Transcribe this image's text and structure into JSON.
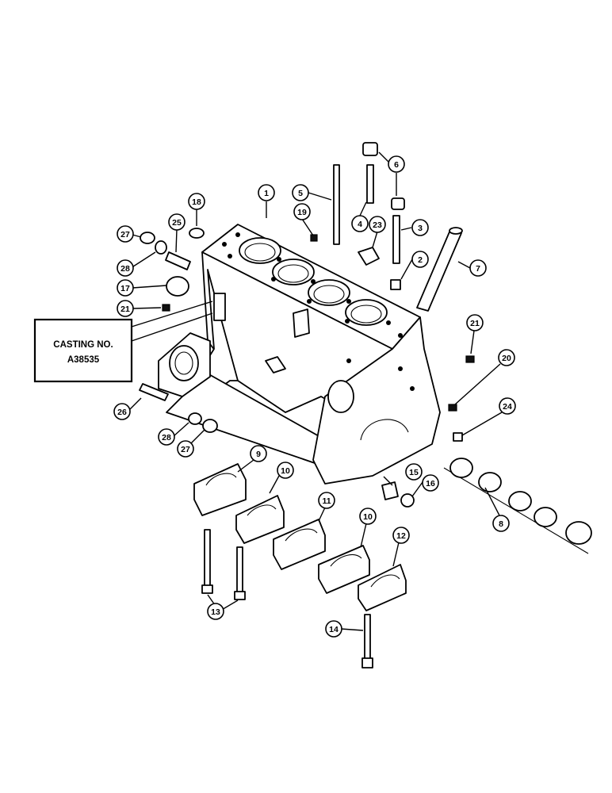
{
  "casting_label": {
    "line1": "CASTING NO.",
    "line2": "A38535"
  },
  "callouts": [
    {
      "id": "c1",
      "text": "1"
    },
    {
      "id": "c2",
      "text": "2"
    },
    {
      "id": "c3",
      "text": "3"
    },
    {
      "id": "c4",
      "text": "4"
    },
    {
      "id": "c5",
      "text": "5"
    },
    {
      "id": "c6",
      "text": "6"
    },
    {
      "id": "c7",
      "text": "7"
    },
    {
      "id": "c8",
      "text": "8"
    },
    {
      "id": "c9",
      "text": "9"
    },
    {
      "id": "c10a",
      "text": "10"
    },
    {
      "id": "c10b",
      "text": "10"
    },
    {
      "id": "c11",
      "text": "11"
    },
    {
      "id": "c12",
      "text": "12"
    },
    {
      "id": "c13",
      "text": "13"
    },
    {
      "id": "c14",
      "text": "14"
    },
    {
      "id": "c15",
      "text": "15"
    },
    {
      "id": "c16",
      "text": "16"
    },
    {
      "id": "c17",
      "text": "17"
    },
    {
      "id": "c18",
      "text": "18"
    },
    {
      "id": "c19",
      "text": "19"
    },
    {
      "id": "c20",
      "text": "20"
    },
    {
      "id": "c21a",
      "text": "21"
    },
    {
      "id": "c21b",
      "text": "21"
    },
    {
      "id": "c23",
      "text": "23"
    },
    {
      "id": "c24",
      "text": "24"
    },
    {
      "id": "c25",
      "text": "25"
    },
    {
      "id": "c26",
      "text": "26"
    },
    {
      "id": "c27a",
      "text": "27"
    },
    {
      "id": "c27b",
      "text": "27"
    },
    {
      "id": "c28a",
      "text": "28"
    },
    {
      "id": "c28b",
      "text": "28"
    }
  ]
}
